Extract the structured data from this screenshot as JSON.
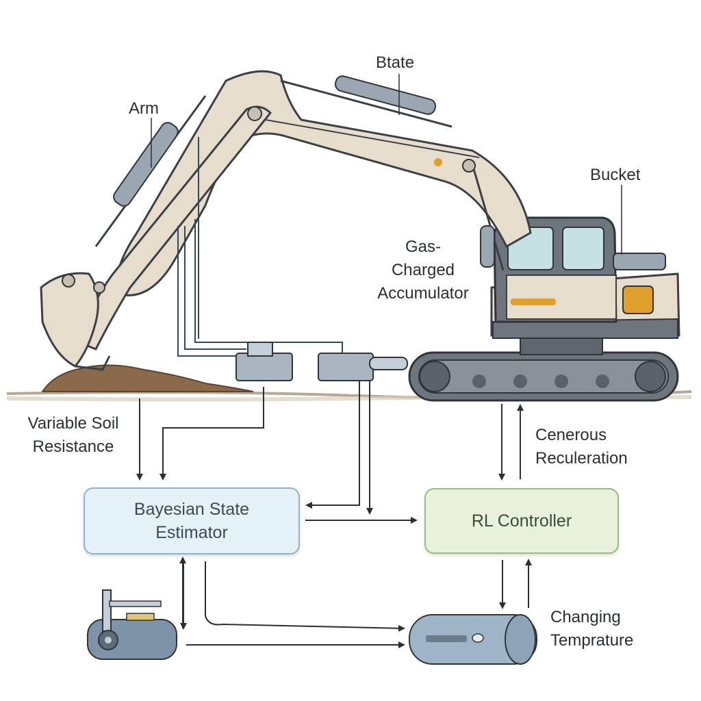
{
  "labels": {
    "top_state": "Btate",
    "arm": "Arm",
    "bucket": "Bucket",
    "accumulator_line1": "Gas-",
    "accumulator_line2": "Charged",
    "accumulator_line3": "Accumulator",
    "soil_line1": "Variable Soil",
    "soil_line2": "Resistance",
    "generous_line1": "Cenerous",
    "generous_line2": "Reculeration",
    "temp_line1": "Changing",
    "temp_line2": "Temprature"
  },
  "boxes": {
    "bayes_line1": "Bayesian State",
    "bayes_line2": "Estimator",
    "rl": "RL Controller"
  },
  "colors": {
    "machine_body": "#e6ddcc",
    "machine_outline": "#3b4046",
    "track": "#6e757c",
    "cylinder": "#9aa6b2",
    "soil": "#8a6a4a",
    "bayes_fill": "#e4f1f6",
    "rl_fill": "#e8f1dc",
    "pipe": "#2f4a5c",
    "accent_orange": "#e0a12c"
  }
}
